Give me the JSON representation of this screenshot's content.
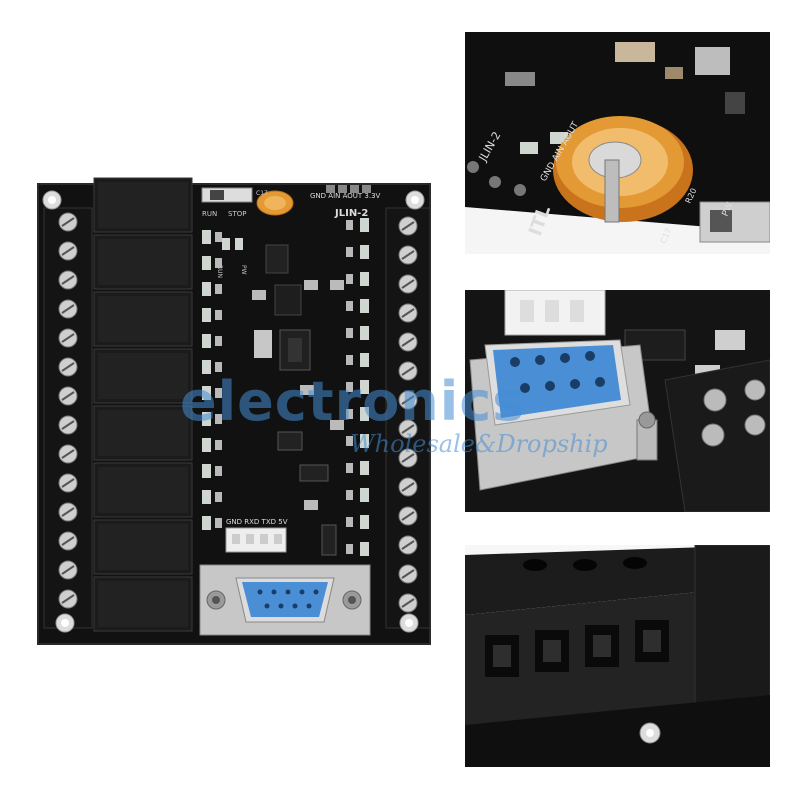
{
  "board": {
    "switch_labels": [
      "RUN",
      "STOP"
    ],
    "header_pins": "GND AIN AOUT 3.3V",
    "model_label": "JLIN-2",
    "battery_ref": "C17",
    "led_labels": [
      "RUN",
      "PW"
    ],
    "serial_pins": "GND RXD TXD 5V"
  },
  "detail_battery": {
    "model_label": "JLIN-2",
    "brand_label": "ITL",
    "pins_label": "GND AIN AOUT",
    "led_labels": [
      "R20",
      "PW"
    ],
    "cap_label": "C17"
  },
  "watermark": {
    "main": "electronics",
    "sub": "Wholesale&Dropship"
  },
  "colors": {
    "pcb": "#111111",
    "relay": "#1b1b1b",
    "terminal": "#141414",
    "db9_blue": "#4a8fd6",
    "battery": "#e39a34",
    "watermark": "#468cd2"
  }
}
